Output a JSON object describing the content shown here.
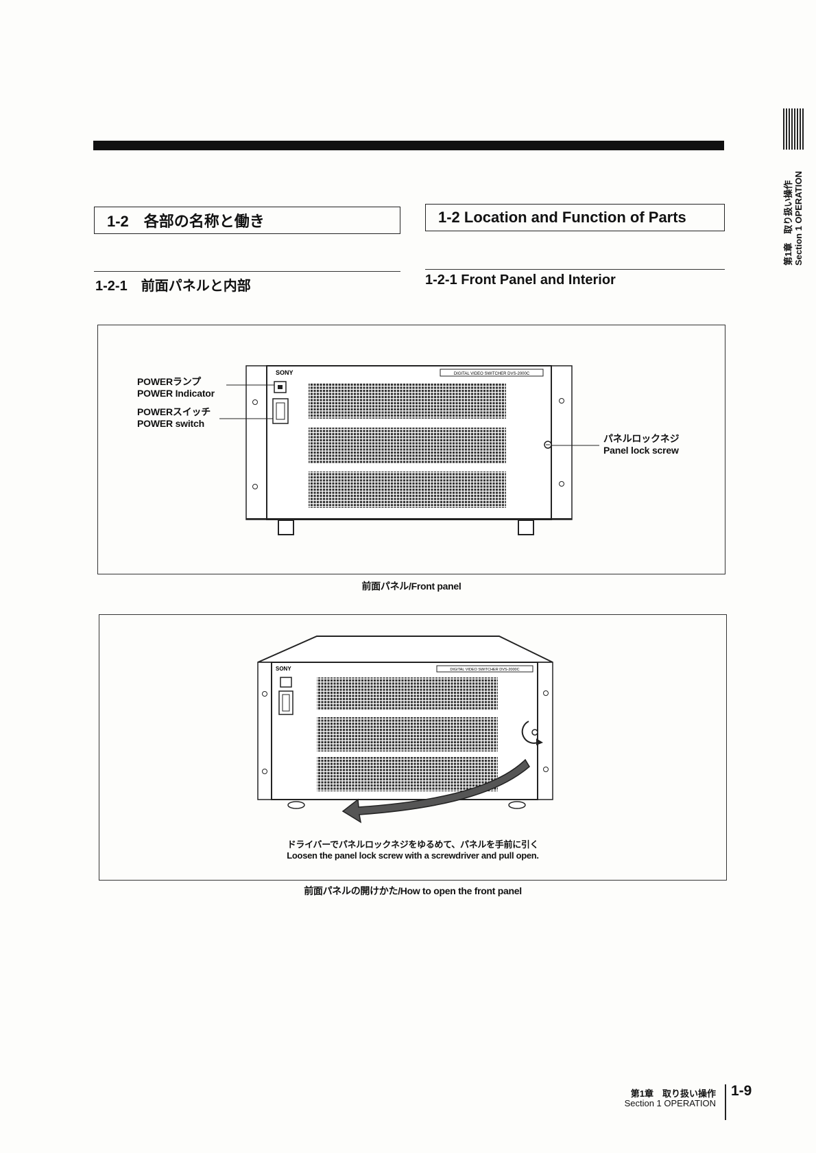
{
  "section": {
    "ja_title": "1-2　各部の名称と働き",
    "en_title": "1-2 Location and Function of Parts"
  },
  "subsection": {
    "ja_title": "1-2-1　前面パネルと内部",
    "en_title": "1-2-1 Front Panel and Interior"
  },
  "figure1": {
    "brand": "SONY",
    "model_label": "DIGITAL VIDEO SWITCHER DVS-2000C",
    "labels": {
      "power_lamp_ja": "POWERランプ",
      "power_lamp_en": "POWER Indicator",
      "power_switch_ja": "POWERスイッチ",
      "power_switch_en": "POWER switch",
      "lock_screw_ja": "パネルロックネジ",
      "lock_screw_en": "Panel lock screw"
    },
    "caption": "前面パネル/Front panel"
  },
  "figure2": {
    "brand": "SONY",
    "model_label": "DIGITAL VIDEO SWITCHER DVS-2000C",
    "instruction_ja": "ドライバーでパネルロックネジをゆるめて、パネルを手前に引く",
    "instruction_en": "Loosen the panel lock screw with a screwdriver and pull open.",
    "caption": "前面パネルの開けかた/How to open the front panel"
  },
  "side_tab": {
    "ja": "第1章　取り扱い操作",
    "en": "Section 1  OPERATION"
  },
  "footer": {
    "ja": "第1章　取り扱い操作",
    "en": "Section 1  OPERATION",
    "page_number": "1-9"
  }
}
